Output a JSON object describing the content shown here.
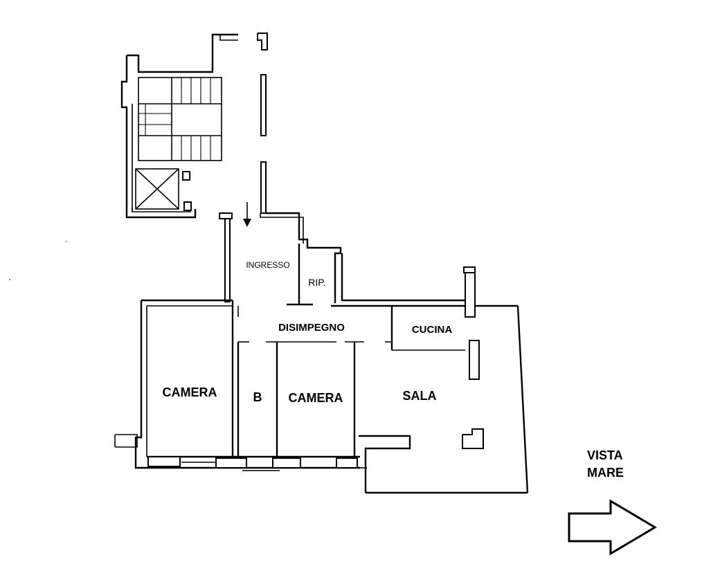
{
  "rooms": {
    "camera_left": "CAMERA",
    "bagno": "B",
    "camera_right": "CAMERA",
    "sala": "SALA",
    "cucina": "CUCINA",
    "disimpegno": "DISIMPEGNO",
    "ingresso": "INGRESSO",
    "ripostiglio": "RIP."
  },
  "orientation": {
    "line1": "VISTA",
    "line2": "MARE"
  },
  "icons": {
    "entry": "arrow-down-icon",
    "view": "arrow-right-icon",
    "lift": "crossed-box-icon",
    "stairs": "staircase-icon"
  }
}
